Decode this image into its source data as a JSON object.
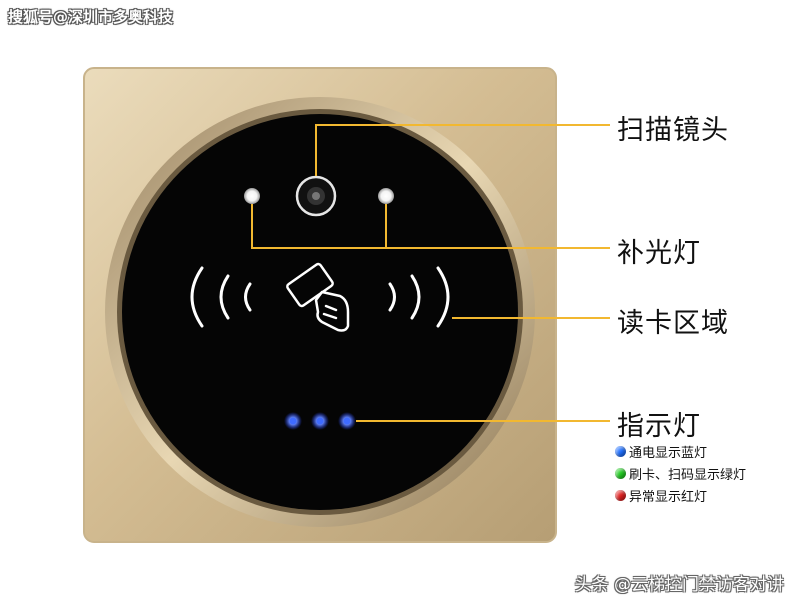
{
  "watermark_top": "搜狐号@深圳市多奥科技",
  "watermark_bottom": "头条 @云梯控门禁访客对讲",
  "callouts": {
    "lens": "扫描镜头",
    "fill_light": "补光灯",
    "reading_area": "读卡区域",
    "indicator": "指示灯"
  },
  "legend": [
    {
      "text": "通电显示蓝灯",
      "color": "#1e6fff"
    },
    {
      "text": "刷卡、扫码显示绿灯",
      "color": "#22cc22"
    },
    {
      "text": "异常显示红灯",
      "color": "#e02020"
    }
  ],
  "colors": {
    "leader_line": "#f2b830",
    "panel_gold": "#d9c39a",
    "face_black": "#050505",
    "indicator_led": "#2d5bff"
  },
  "icons": [
    "lens-icon",
    "fill-light-icon",
    "card-tap-icon",
    "rfid-wave-icon",
    "indicator-led-icon"
  ]
}
